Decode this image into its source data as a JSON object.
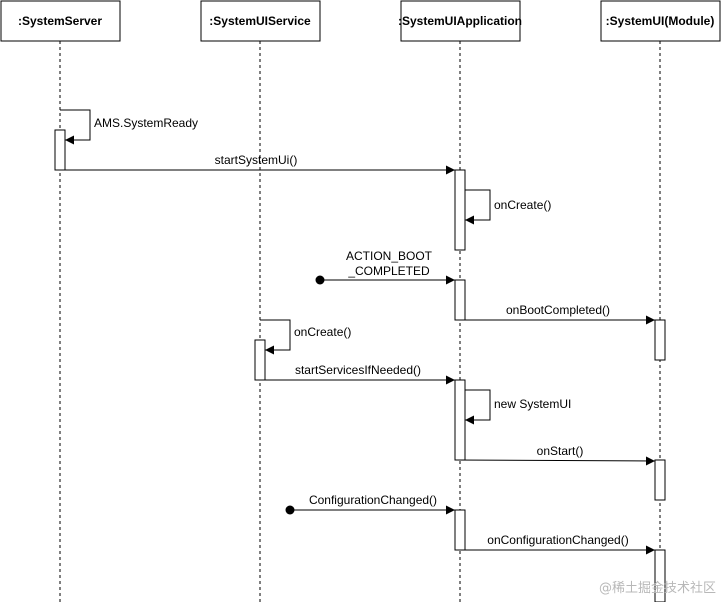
{
  "participants": [
    {
      "id": "systemserver",
      "label": ":SystemServer"
    },
    {
      "id": "systemuiservice",
      "label": ":SystemUIService"
    },
    {
      "id": "systemuiapplication",
      "label": ":SystemUIApplication"
    },
    {
      "id": "systemui-module",
      "label": ":SystemUI(Module)"
    }
  ],
  "messages": {
    "ams_systemready": "AMS.SystemReady",
    "start_systemui": "startSystemUi()",
    "oncreate_app": "onCreate()",
    "action_boot_line1": "ACTION_BOOT",
    "action_boot_line2": "_COMPLETED",
    "onbootcompleted": "onBootCompleted()",
    "oncreate_service": "onCreate()",
    "startservicesifneeded": "startServicesIfNeeded()",
    "new_systemui": "new SystemUI",
    "onstart": "onStart()",
    "configurationchanged": "ConfigurationChanged()",
    "onconfigurationchanged": "onConfigurationChanged()"
  },
  "watermark": "@稀土掘金技术社区"
}
